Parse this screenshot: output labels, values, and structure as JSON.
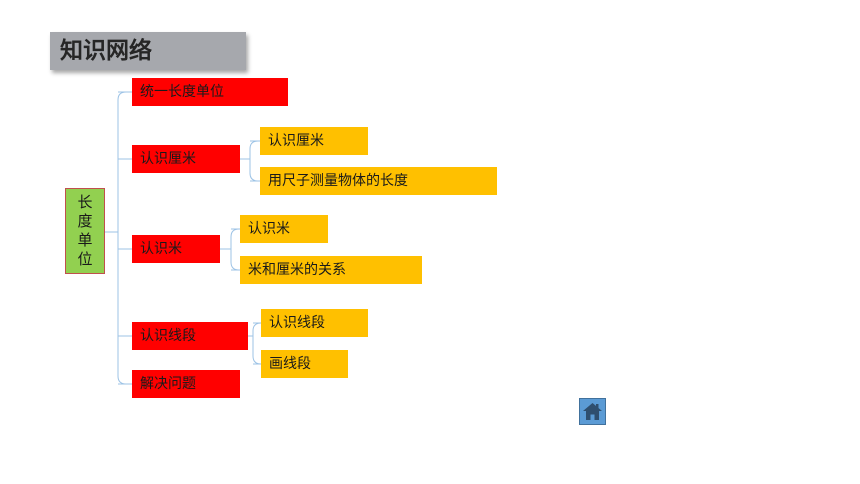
{
  "title": "知识网络",
  "root": {
    "chars": [
      "长",
      "度",
      "单",
      "位"
    ]
  },
  "branches": {
    "b1": "统一长度单位",
    "b2": "认识厘米",
    "b3": "认识米",
    "b4": "认识线段",
    "b5": "解决问题"
  },
  "leaves": {
    "l1": "认识厘米",
    "l2": "用尺子测量物体的长度",
    "l3": "认识米",
    "l4": "米和厘米的关系",
    "l5": "认识线段",
    "l6": "画线段"
  },
  "colors": {
    "branch": "#ff0000",
    "leaf": "#ffc000",
    "root": "#92d050",
    "title_bg": "#a6a8ad",
    "connector": "#9dc3e6"
  },
  "icons": {
    "home": "home-icon"
  }
}
